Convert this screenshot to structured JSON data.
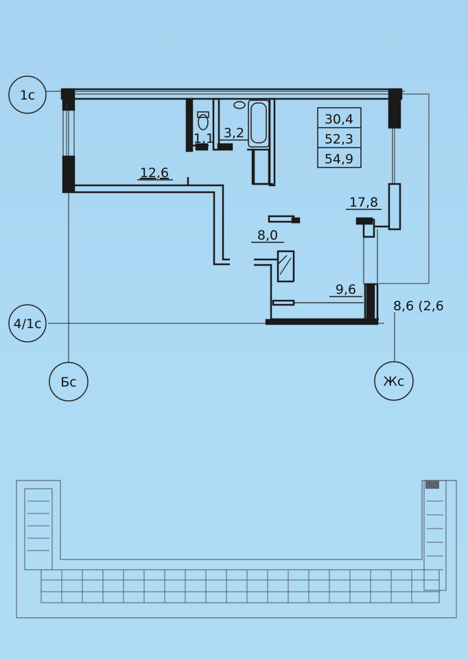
{
  "plan": {
    "area_total_a": "30,4",
    "area_total_b": "52,3",
    "area_total_c": "54,9",
    "rooms": {
      "bedroom": "12,6",
      "wc": "1,1",
      "bath": "3,2",
      "kitchen_living": "17,8",
      "hall": "8,0",
      "corridor": "9,6",
      "balcony": "8,6 (2,6"
    },
    "axes": {
      "axis_1c": "1с",
      "axis_4_1c": "4/1с",
      "axis_bc": "Бс",
      "axis_zhc": "Жс"
    }
  },
  "colors": {
    "paper": "#acd9f4",
    "ink": "#1a1a1a"
  }
}
